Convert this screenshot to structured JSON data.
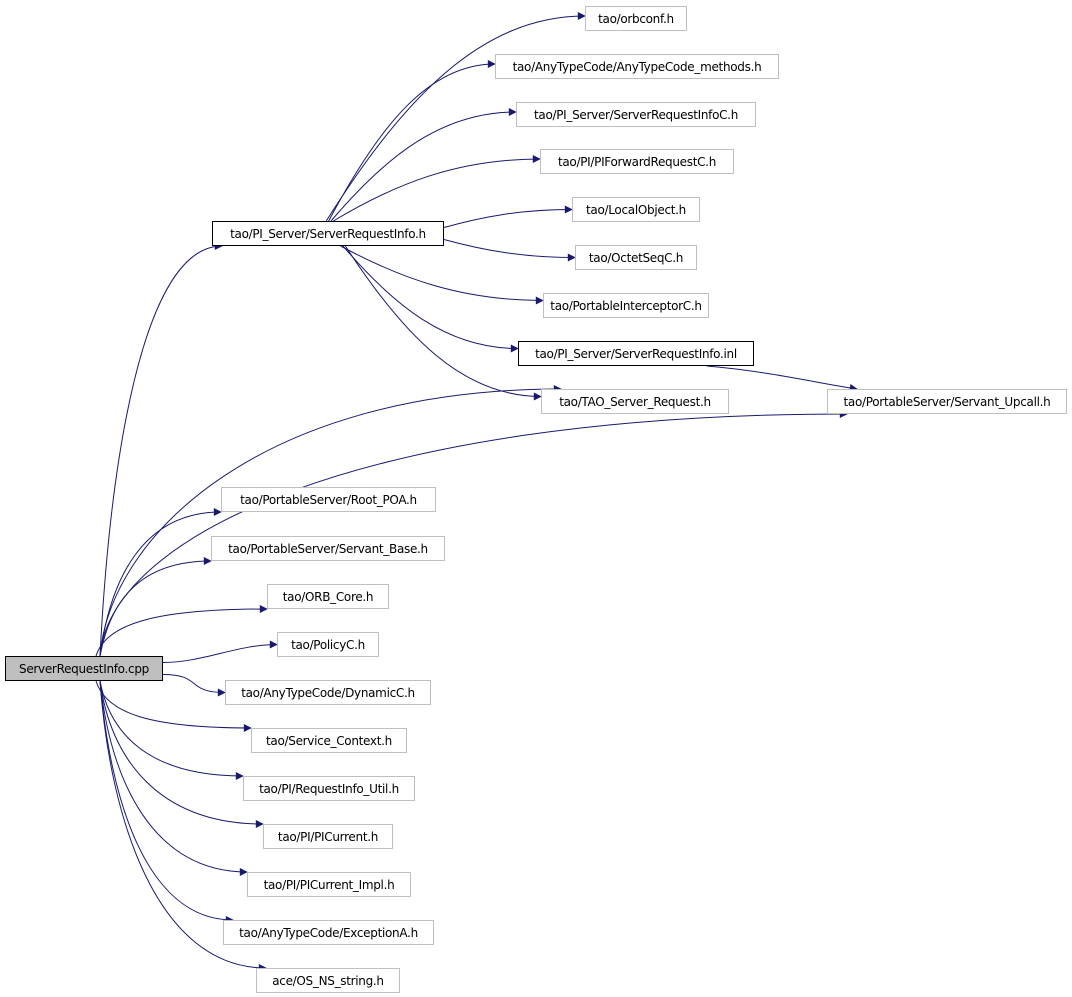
{
  "diagram": {
    "type": "include-dependency-graph",
    "edge_color": "#191970",
    "root": {
      "id": "root",
      "label": "ServerRequestInfo.cpp",
      "fill": "#bfbfbf"
    },
    "nodes": [
      {
        "id": "orbconf",
        "label": "tao/orbconf.h",
        "style": "external"
      },
      {
        "id": "anytypecode_methods",
        "label": "tao/AnyTypeCode/AnyTypeCode_methods.h",
        "style": "external"
      },
      {
        "id": "serverrequestinfoc",
        "label": "tao/PI_Server/ServerRequestInfoC.h",
        "style": "external"
      },
      {
        "id": "piforwardrequestc",
        "label": "tao/PI/PIForwardRequestC.h",
        "style": "external"
      },
      {
        "id": "localobject",
        "label": "tao/LocalObject.h",
        "style": "external"
      },
      {
        "id": "serverrequestinfo_h",
        "label": "tao/PI_Server/ServerRequestInfo.h",
        "style": "documented"
      },
      {
        "id": "octetseqc",
        "label": "tao/OctetSeqC.h",
        "style": "external"
      },
      {
        "id": "portableinterceptorc",
        "label": "tao/PortableInterceptorC.h",
        "style": "external"
      },
      {
        "id": "serverrequestinfo_inl",
        "label": "tao/PI_Server/ServerRequestInfo.inl",
        "style": "documented"
      },
      {
        "id": "tao_server_request",
        "label": "tao/TAO_Server_Request.h",
        "style": "external"
      },
      {
        "id": "servant_upcall",
        "label": "tao/PortableServer/Servant_Upcall.h",
        "style": "external"
      },
      {
        "id": "root_poa",
        "label": "tao/PortableServer/Root_POA.h",
        "style": "external"
      },
      {
        "id": "servant_base",
        "label": "tao/PortableServer/Servant_Base.h",
        "style": "external"
      },
      {
        "id": "orb_core",
        "label": "tao/ORB_Core.h",
        "style": "external"
      },
      {
        "id": "policyc",
        "label": "tao/PolicyC.h",
        "style": "external"
      },
      {
        "id": "dynamicc",
        "label": "tao/AnyTypeCode/DynamicC.h",
        "style": "external"
      },
      {
        "id": "service_context",
        "label": "tao/Service_Context.h",
        "style": "external"
      },
      {
        "id": "requestinfo_util",
        "label": "tao/PI/RequestInfo_Util.h",
        "style": "external"
      },
      {
        "id": "picurrent",
        "label": "tao/PI/PICurrent.h",
        "style": "external"
      },
      {
        "id": "picurrent_impl",
        "label": "tao/PI/PICurrent_Impl.h",
        "style": "external"
      },
      {
        "id": "exceptiona",
        "label": "tao/AnyTypeCode/ExceptionA.h",
        "style": "external"
      },
      {
        "id": "os_ns_string",
        "label": "ace/OS_NS_string.h",
        "style": "external"
      }
    ],
    "edges": [
      {
        "from": "root",
        "to": "serverrequestinfo_h"
      },
      {
        "from": "root",
        "to": "tao_server_request"
      },
      {
        "from": "root",
        "to": "servant_upcall"
      },
      {
        "from": "root",
        "to": "root_poa"
      },
      {
        "from": "root",
        "to": "servant_base"
      },
      {
        "from": "root",
        "to": "orb_core"
      },
      {
        "from": "root",
        "to": "policyc"
      },
      {
        "from": "root",
        "to": "dynamicc"
      },
      {
        "from": "root",
        "to": "service_context"
      },
      {
        "from": "root",
        "to": "requestinfo_util"
      },
      {
        "from": "root",
        "to": "picurrent"
      },
      {
        "from": "root",
        "to": "picurrent_impl"
      },
      {
        "from": "root",
        "to": "exceptiona"
      },
      {
        "from": "root",
        "to": "os_ns_string"
      },
      {
        "from": "serverrequestinfo_h",
        "to": "orbconf"
      },
      {
        "from": "serverrequestinfo_h",
        "to": "anytypecode_methods"
      },
      {
        "from": "serverrequestinfo_h",
        "to": "serverrequestinfoc"
      },
      {
        "from": "serverrequestinfo_h",
        "to": "piforwardrequestc"
      },
      {
        "from": "serverrequestinfo_h",
        "to": "localobject"
      },
      {
        "from": "serverrequestinfo_h",
        "to": "octetseqc"
      },
      {
        "from": "serverrequestinfo_h",
        "to": "portableinterceptorc"
      },
      {
        "from": "serverrequestinfo_h",
        "to": "serverrequestinfo_inl"
      },
      {
        "from": "serverrequestinfo_h",
        "to": "tao_server_request"
      },
      {
        "from": "serverrequestinfo_inl",
        "to": "servant_upcall"
      }
    ]
  }
}
